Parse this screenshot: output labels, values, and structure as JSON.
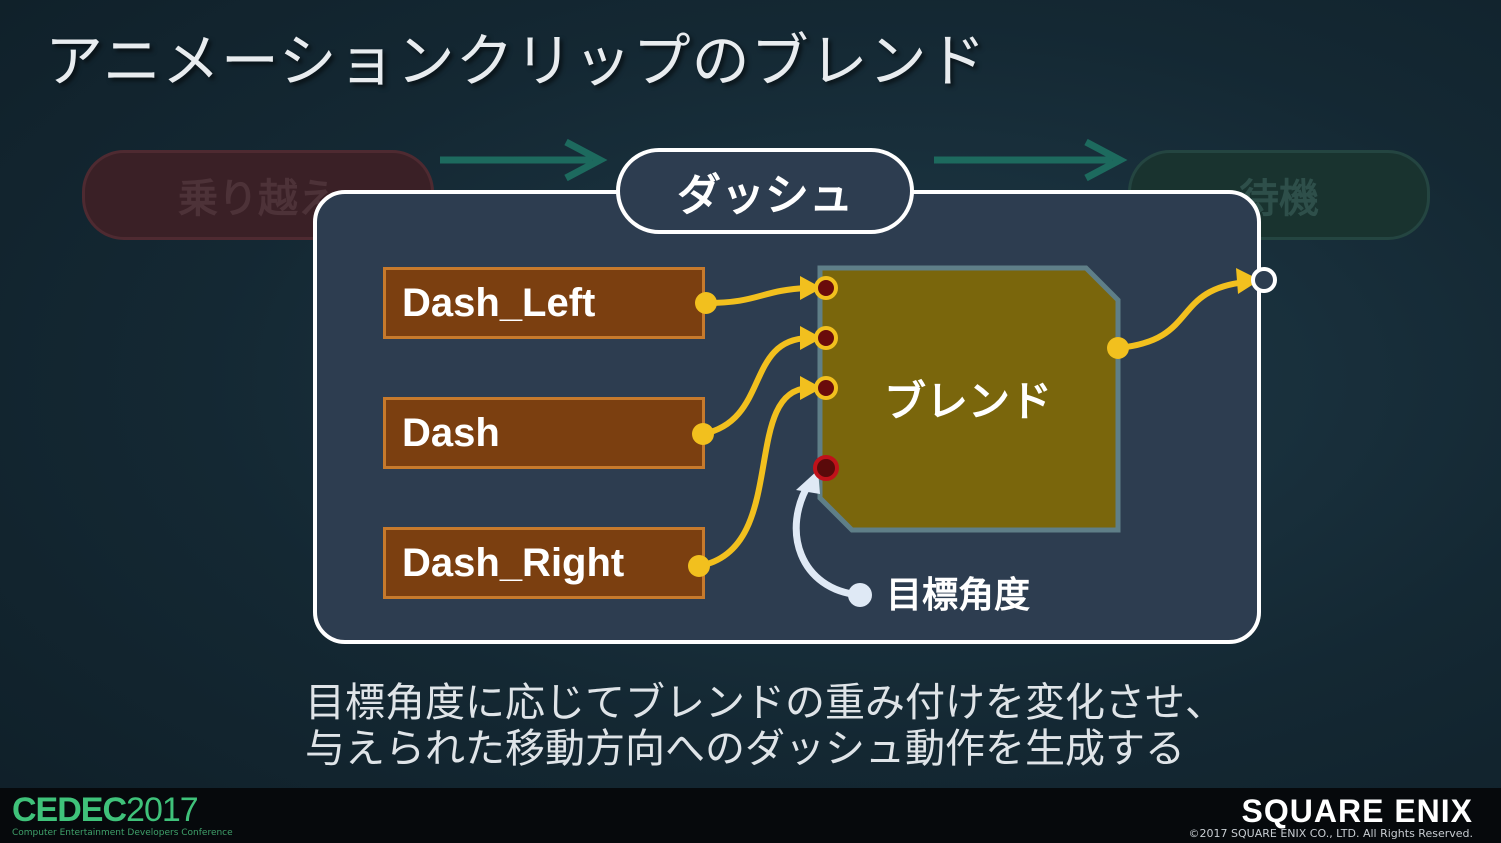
{
  "slide": {
    "title": "アニメーションクリップのブレンド",
    "caption_line1": "目標角度に応じてブレンドの重み付けを変化させ、",
    "caption_line2": "与えられた移動方向へのダッシュ動作を生成する"
  },
  "states": {
    "previous": "乗り越え",
    "current": "ダッシュ",
    "next": "待機"
  },
  "clips": [
    "Dash_Left",
    "Dash",
    "Dash_Right"
  ],
  "blend_node": {
    "label": "ブレンド",
    "parameter_label": "目標角度"
  },
  "footer": {
    "event_name": "CEDEC",
    "event_year": "2017",
    "event_subtitle": "Computer Entertainment Developers Conference",
    "company": "SQUARE ENIX",
    "copyright": "©2017 SQUARE ENIX CO., LTD. All Rights Reserved."
  },
  "colors": {
    "background": "#142833",
    "panel": "#2d3d50",
    "clip_fill": "#7b3f10",
    "clip_border": "#c77a2c",
    "blend_fill": "#7a660c",
    "wire": "#f2c01e",
    "param_wire": "#dfe9f5",
    "state_arrow": "#1d6a5e"
  }
}
